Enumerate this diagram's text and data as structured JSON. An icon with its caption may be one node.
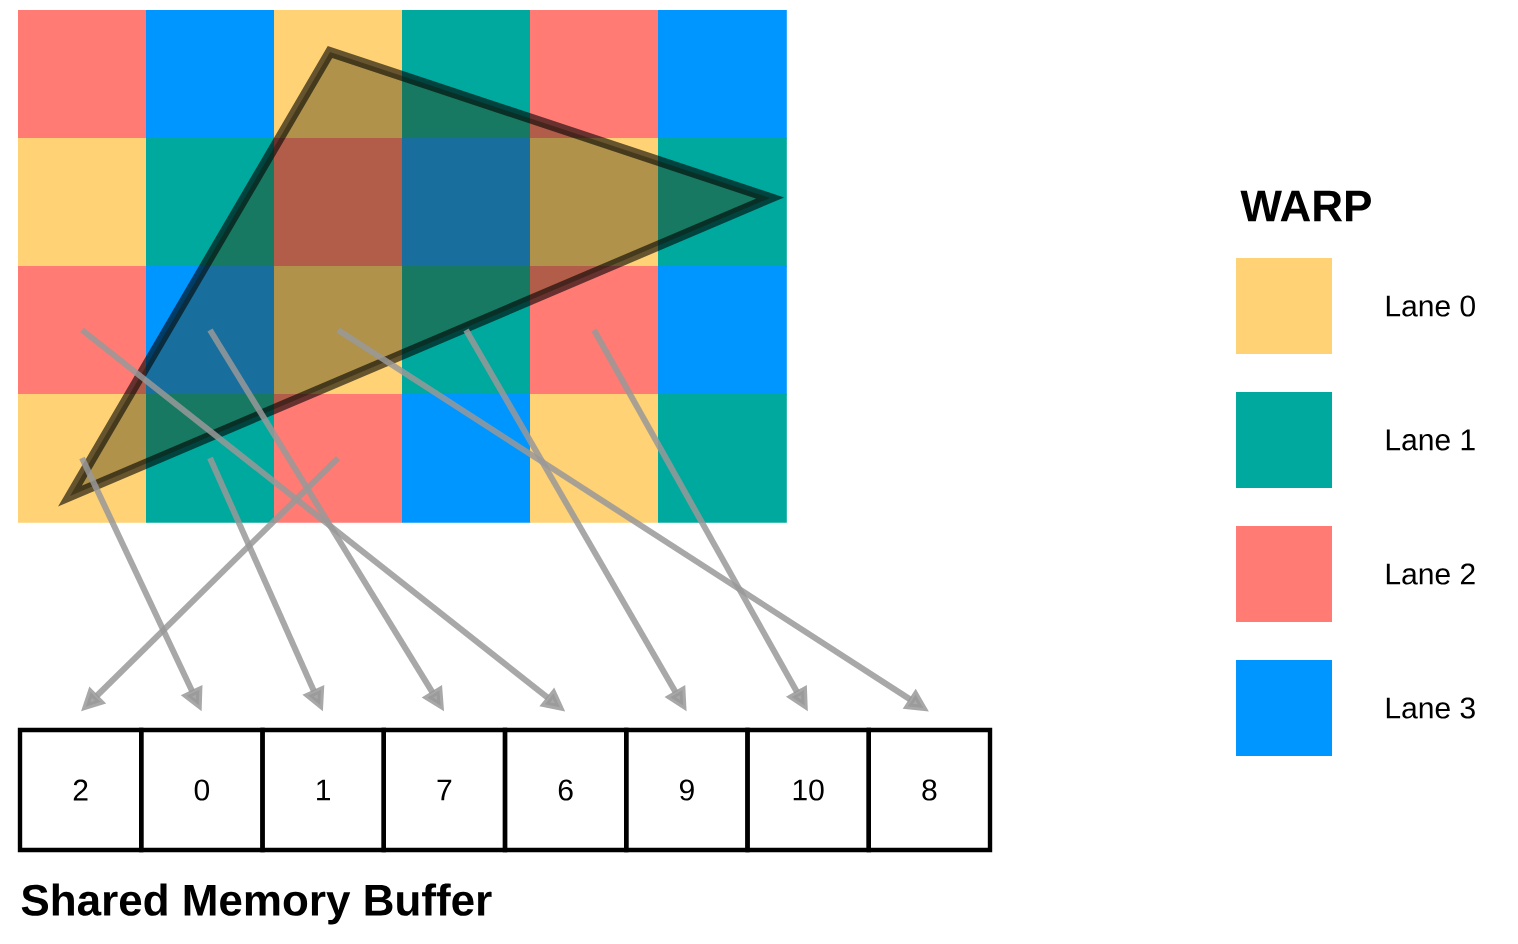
{
  "diagram": {
    "nodes": [
      {
        "text": [
          "2"
        ]
      },
      {
        "text": [
          "0"
        ]
      },
      {
        "text": [
          "1"
        ]
      },
      {
        "text": [
          "7"
        ]
      },
      {
        "text": [
          "6"
        ]
      },
      {
        "text": [
          "9"
        ]
      },
      {
        "text": [
          "10"
        ]
      },
      {
        "text": [
          "8"
        ]
      }
    ],
    "edges": [
      {
        "from": null,
        "to": 4,
        "arrow": "to"
      },
      {
        "from": null,
        "to": 3,
        "arrow": "to"
      },
      {
        "from": null,
        "to": 7,
        "arrow": "to"
      },
      {
        "from": null,
        "to": 5,
        "arrow": "to"
      },
      {
        "from": null,
        "to": 6,
        "arrow": "to"
      },
      {
        "from": null,
        "to": 1,
        "arrow": "to"
      },
      {
        "from": null,
        "to": 2,
        "arrow": "to"
      },
      {
        "from": null,
        "to": 0,
        "arrow": "to"
      }
    ],
    "labels": [
      "WARP",
      "Shared Memory Buffer"
    ],
    "legend": [
      {
        "text": "Lane 0",
        "color": "#fed275"
      },
      {
        "text": "Lane 1",
        "color": "#00a99d"
      },
      {
        "text": "Lane 2",
        "color": "#ff7b74"
      },
      {
        "text": "Lane 3",
        "color": "#0096ff"
      }
    ]
  }
}
